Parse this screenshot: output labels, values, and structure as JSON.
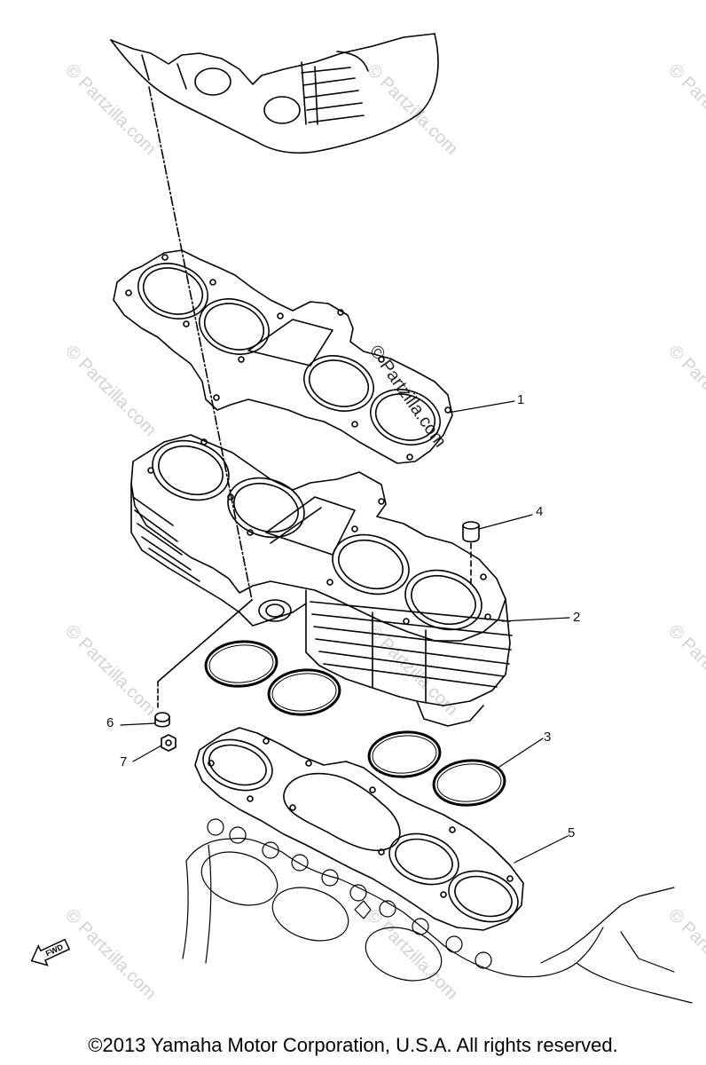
{
  "watermark": "© Partzilla.com",
  "callouts": {
    "c1": "1",
    "c2": "2",
    "c3": "3",
    "c4": "4",
    "c5": "5",
    "c6": "6",
    "c7": "7"
  },
  "fwd_label": "FWD",
  "copyright": "©2013  Yamaha Motor Corporation, U.S.A. All rights reserved."
}
